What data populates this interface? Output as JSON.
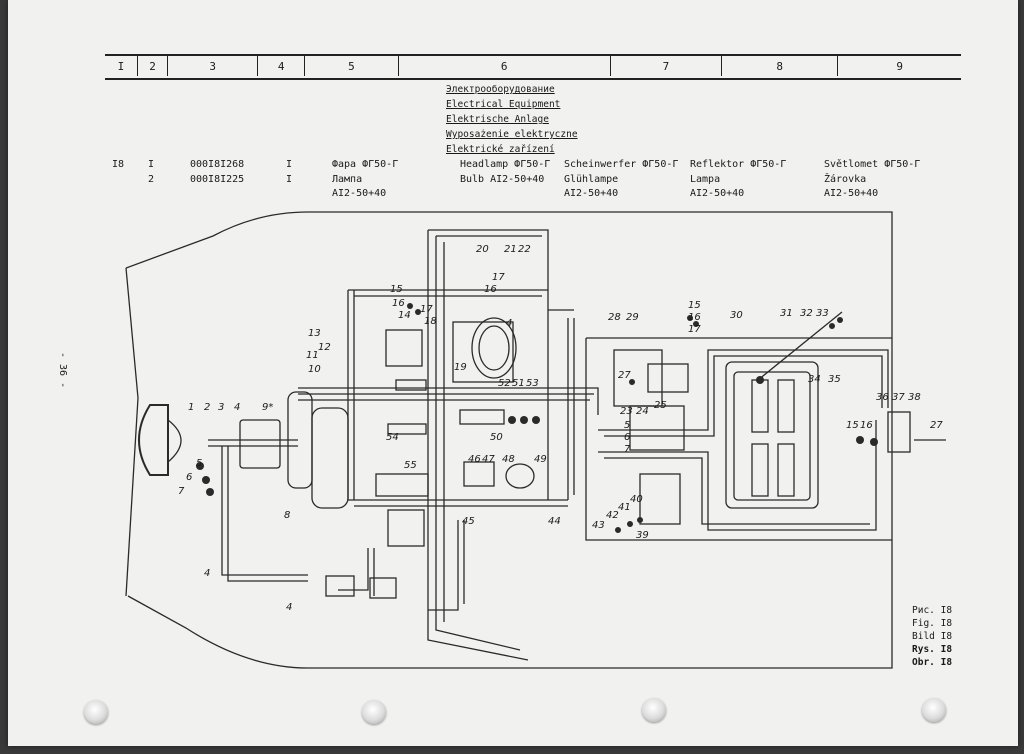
{
  "columns": [
    "I",
    "2",
    "3",
    "4",
    "5",
    "6",
    "7",
    "8",
    "9"
  ],
  "title_lines": [
    "Электрооборудование",
    "Electrical Equipment",
    "Elektrische Anlage",
    "Wyposażenie elektryczne",
    "Elektrické zařízení"
  ],
  "rows": [
    {
      "fig": "I8",
      "pos": "I",
      "part": "000I8I268",
      "qty": "I",
      "ru_a": "Фара ФГ50-Г",
      "ru_b": "",
      "en": "Headlamp ФГ50-Г",
      "de_a": "Scheinwerfer ФГ50-Г",
      "de_b": "",
      "pl_a": "Reflektor ФГ50-Г",
      "pl_b": "",
      "cs_a": "Světlomet ФГ50-Г",
      "cs_b": ""
    },
    {
      "fig": "",
      "pos": "2",
      "part": "000I8I225",
      "qty": "I",
      "ru_a": "Лампа",
      "ru_b": "AI2-50+40",
      "en": "Bulb AI2-50+40",
      "de_a": "Glühlampe",
      "de_b": "AI2-50+40",
      "pl_a": "Lampa",
      "pl_b": "AI2-50+40",
      "cs_a": "Žárovka",
      "cs_b": "AI2-50+40"
    }
  ],
  "page_number": "- 36 -",
  "figure_caption": [
    "Рис. I8",
    "Fig. I8",
    "Bild I8",
    "Rys. I8",
    "Obr. I8"
  ],
  "callouts": [
    "1",
    "2",
    "3",
    "4",
    "4",
    "4",
    "5",
    "6",
    "7",
    "8",
    "9*",
    "10",
    "11",
    "12",
    "13",
    "14",
    "15",
    "16",
    "17",
    "18",
    "19",
    "4",
    "20",
    "21",
    "22",
    "17",
    "16",
    "50",
    "51",
    "52",
    "53",
    "54",
    "55",
    "45",
    "46",
    "47",
    "48",
    "49",
    "44",
    "28",
    "29",
    "15",
    "16",
    "17",
    "27",
    "23",
    "24",
    "25",
    "5",
    "6",
    "7",
    "43",
    "42",
    "41",
    "40",
    "39",
    "30",
    "31",
    "32",
    "33",
    "34",
    "35",
    "15",
    "16",
    "36",
    "37",
    "38",
    "27"
  ]
}
